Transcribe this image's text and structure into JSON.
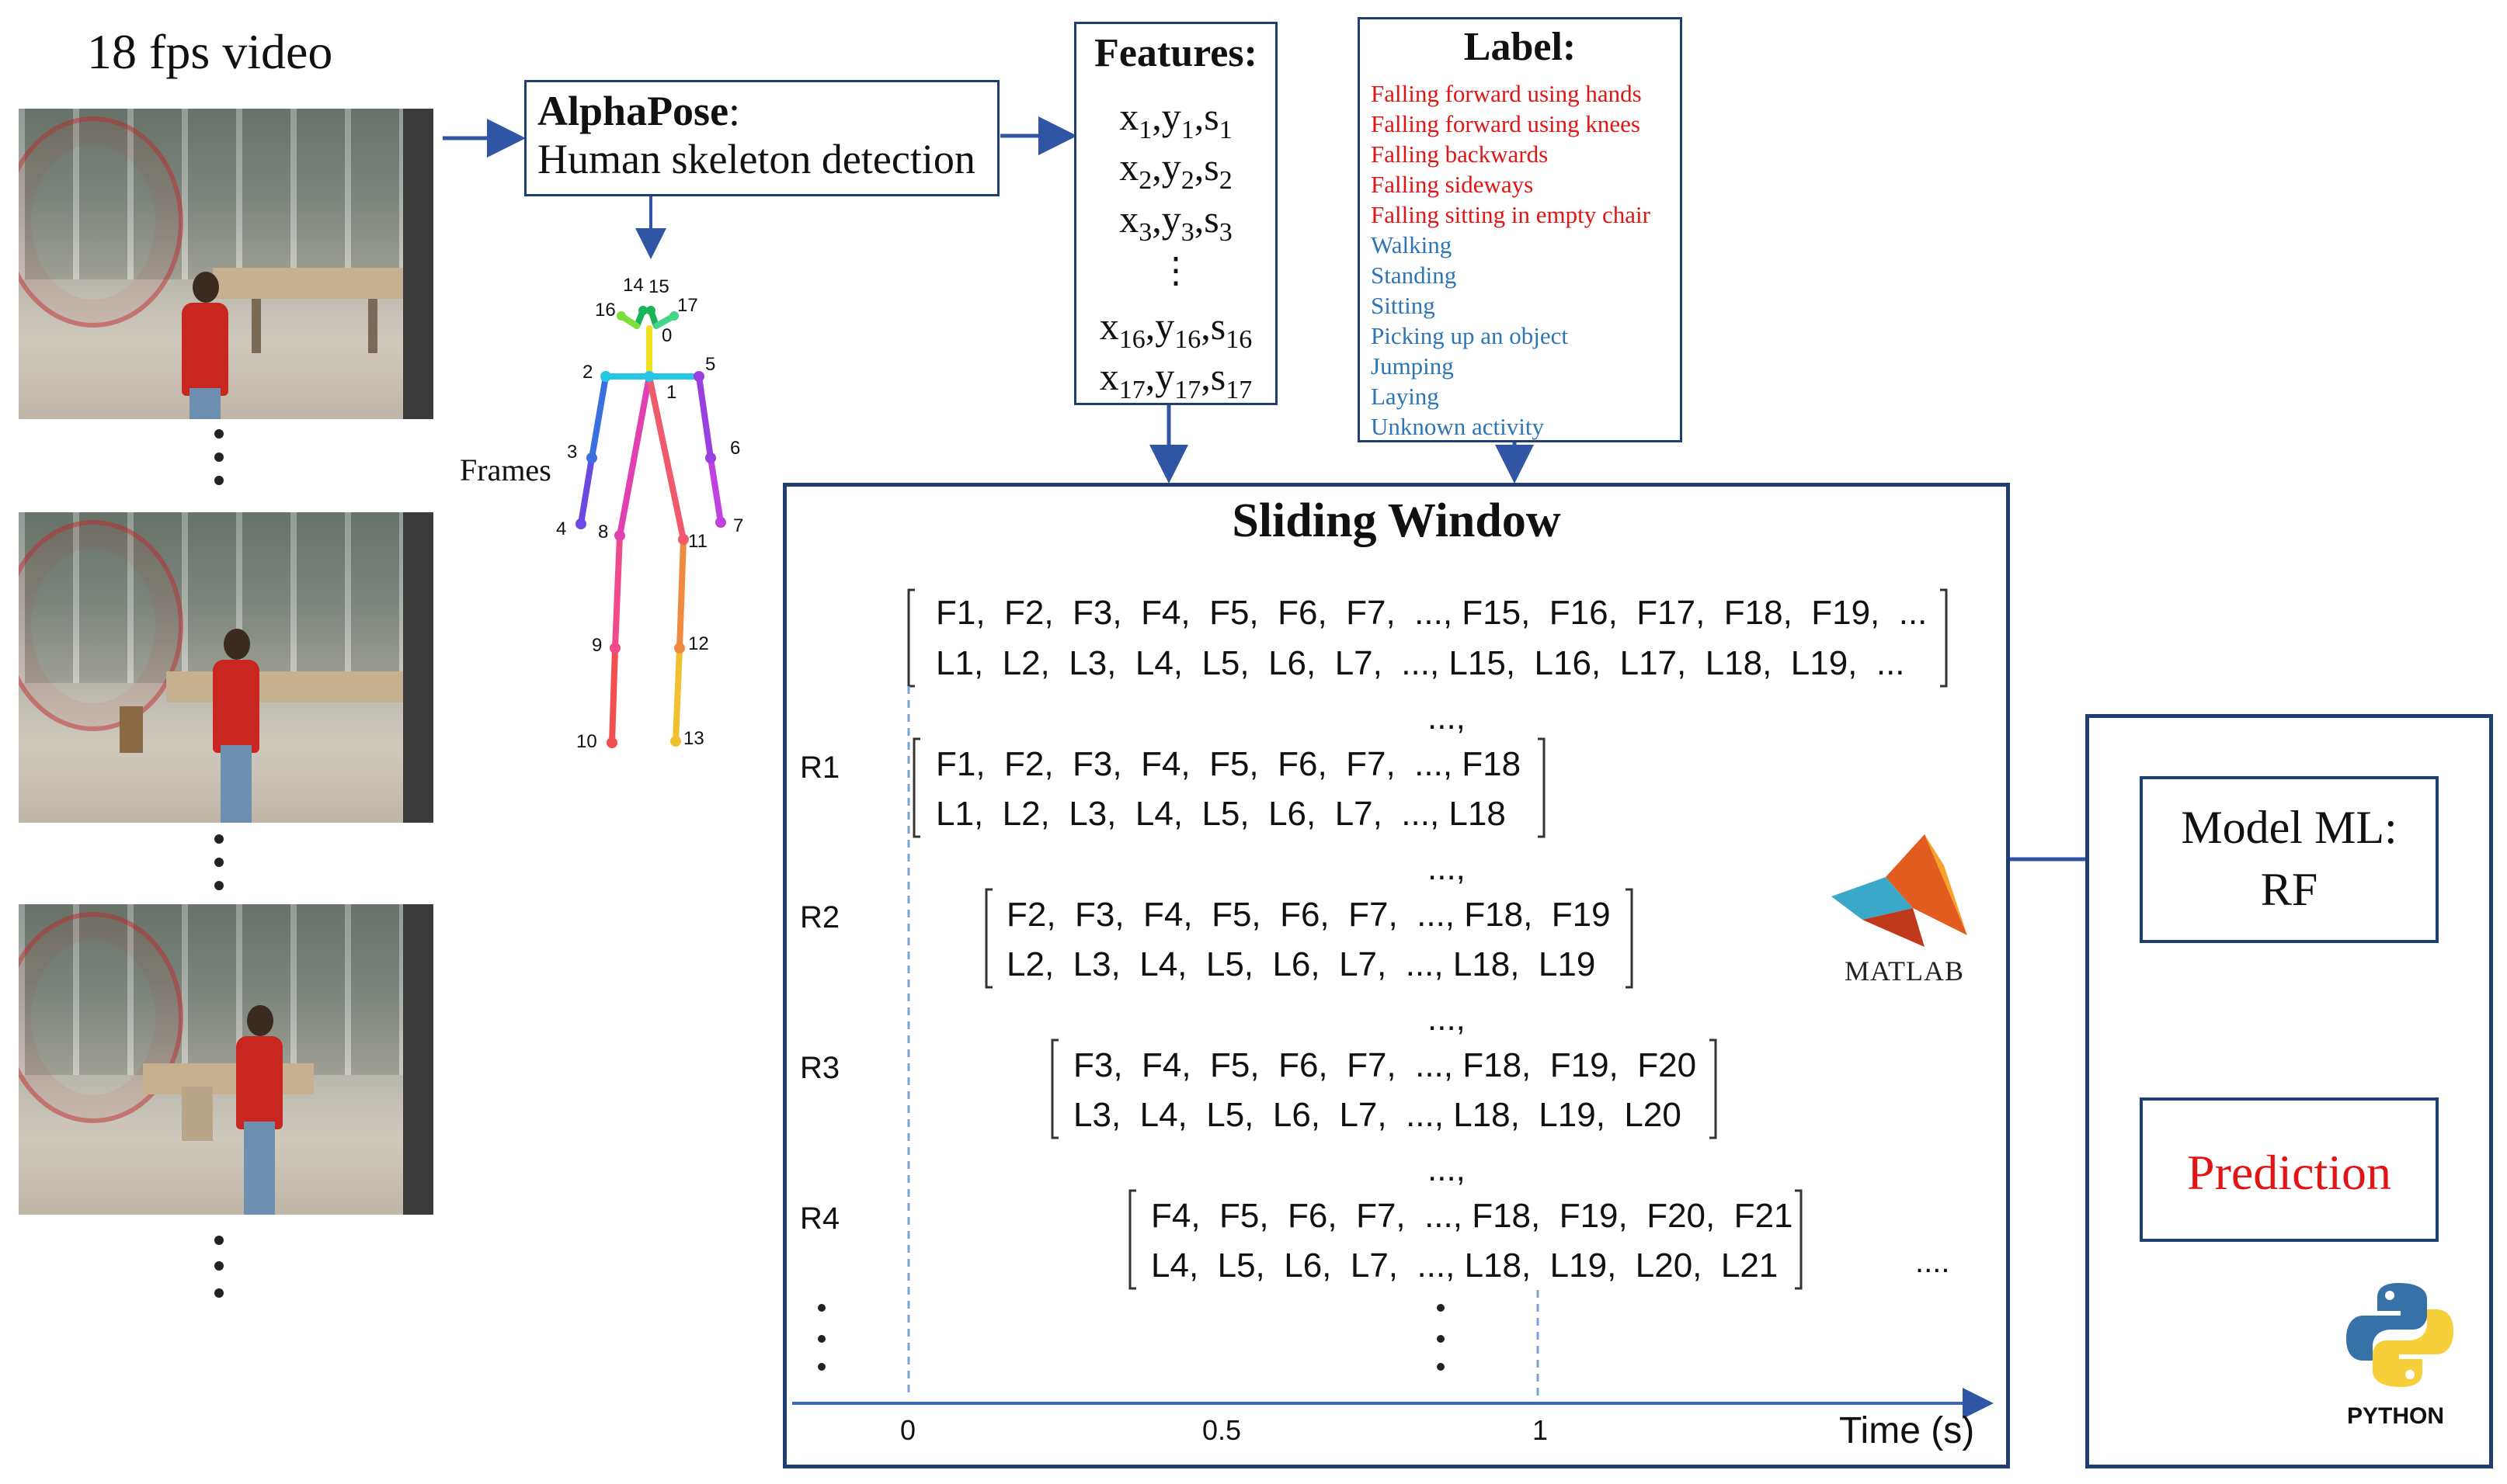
{
  "video": {
    "title": "18 fps video"
  },
  "alphapose": {
    "title": "AlphaPose",
    "title_suffix": ":",
    "subtitle": "Human skeleton detection"
  },
  "skeleton": {
    "frames_label": "Frames",
    "keypoints": [
      "0",
      "1",
      "2",
      "3",
      "4",
      "5",
      "6",
      "7",
      "8",
      "9",
      "10",
      "11",
      "12",
      "13",
      "14",
      "15",
      "16",
      "17"
    ]
  },
  "features": {
    "title": "Features:",
    "rows": [
      {
        "x": "x",
        "xi": "1",
        "y": "y",
        "yi": "1",
        "s": "s",
        "si": "1"
      },
      {
        "x": "x",
        "xi": "2",
        "y": "y",
        "yi": "2",
        "s": "s",
        "si": "2"
      },
      {
        "x": "x",
        "xi": "3",
        "y": "y",
        "yi": "3",
        "s": "s",
        "si": "3"
      },
      {
        "x": "x",
        "xi": "16",
        "y": "y",
        "yi": "16",
        "s": "s",
        "si": "16"
      },
      {
        "x": "x",
        "xi": "17",
        "y": "y",
        "yi": "17",
        "s": "s",
        "si": "17"
      }
    ],
    "ellipsis": "⋮"
  },
  "label": {
    "title": "Label:",
    "falls": [
      "Falling forward using hands",
      "Falling forward using knees",
      "Falling backwards",
      "Falling sideways",
      "Falling sitting in empty chair"
    ],
    "activities": [
      "Walking",
      "Standing",
      "Sitting",
      "Picking up an object",
      "Jumping",
      "Laying",
      "Unknown activity"
    ],
    "colors": {
      "falls": "#e21414",
      "activities": "#2e75b6"
    }
  },
  "sliding_window": {
    "title": "Sliding Window",
    "full_F": "F1,  F2,  F3,  F4,  F5,  F6,  F7,  ..., F15,  F16,  F17,  F18,  F19,  ...",
    "full_L": "L1,  L2,  L3,  L4,  L5,  L6,  L7,  ..., L15,  L16,  L17,  L18,  L19,  ...",
    "windows": [
      {
        "label": "R1",
        "F": "F1,  F2,  F3,  F4,  F5,  F6,  F7,  ..., F18",
        "L": "L1,  L2,  L3,  L4,  L5,  L6,  L7,  ..., L18"
      },
      {
        "label": "R2",
        "F": "F2,  F3,  F4,  F5,  F6,  F7,  ..., F18,  F19",
        "L": "L2,  L3,  L4,  L5,  L6,  L7,  ..., L18,  L19"
      },
      {
        "label": "R3",
        "F": "F3,  F4,  F5,  F6,  F7,  ..., F18,  F19,  F20",
        "L": "L3,  L4,  L5,  L6,  L7,  ..., L18,  L19,  L20"
      },
      {
        "label": "R4",
        "F": "F4,  F5,  F6,  F7,  ..., F18,  F19,  F20,  F21",
        "L": "L4,  L5,  L6,  L7,  ..., L18,  L19,  L20,  L21"
      }
    ],
    "gap": "...,",
    "trailing": "....",
    "axis": {
      "ticks": [
        "0",
        "0.5",
        "1"
      ],
      "label": "Time (s)"
    },
    "matlab_label": "MATLAB"
  },
  "model": {
    "title_line1": "Model ML:",
    "title_line2": "RF",
    "prediction": "Prediction",
    "python_label": "PYTHON"
  },
  "colors": {
    "box_border": "#1f3f73",
    "arrow": "#2f55a4",
    "prediction": "#e21414"
  }
}
